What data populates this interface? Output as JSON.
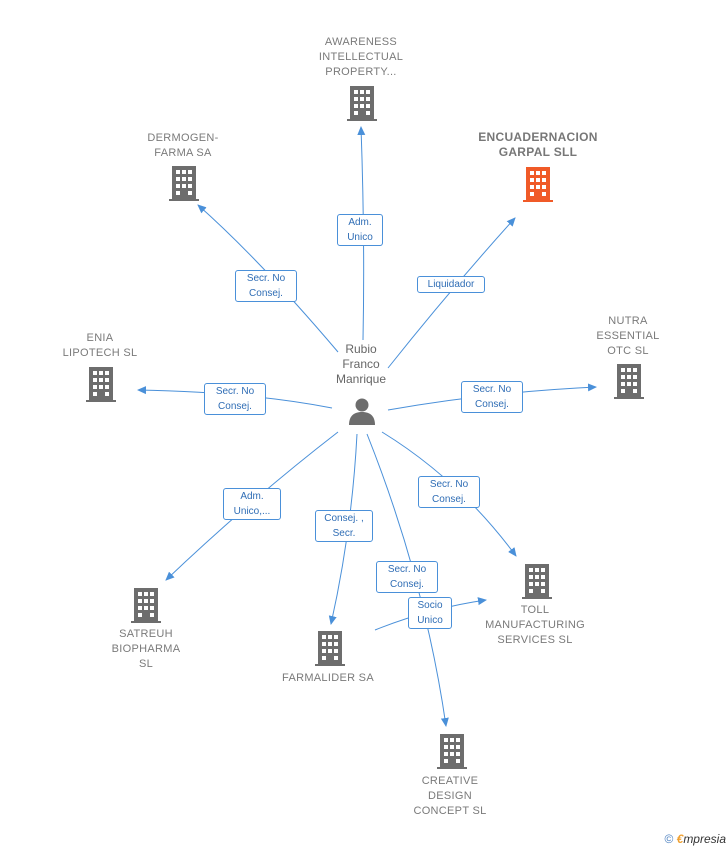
{
  "center": {
    "label": "Rubio\nFranco\nManrique",
    "icon": "person-icon"
  },
  "colors": {
    "edge": "#4a90d9",
    "building": "#6d6d6d",
    "highlight": "#f05a28"
  },
  "nodes": [
    {
      "id": "awareness",
      "label": "AWARENESS\nINTELLECTUAL\nPROPERTY...",
      "icon": "building-icon"
    },
    {
      "id": "dermogen",
      "label": "DERMOGEN-\nFARMA SA",
      "icon": "building-icon"
    },
    {
      "id": "encuadernacion",
      "label": "ENCUADERNACION\nGARPAL SLL",
      "icon": "building-icon",
      "highlight": true
    },
    {
      "id": "enia",
      "label": "ENIA\nLIPOTECH SL",
      "icon": "building-icon"
    },
    {
      "id": "nutra",
      "label": "NUTRA\nESSENTIAL\nOTC SL",
      "icon": "building-icon"
    },
    {
      "id": "satreuh",
      "label": "SATREUH\nBIOPHARMA\nSL",
      "icon": "building-icon"
    },
    {
      "id": "toll",
      "label": "TOLL\nMANUFACTURING\nSERVICES SL",
      "icon": "building-icon"
    },
    {
      "id": "farmalider",
      "label": "FARMALIDER SA",
      "icon": "building-icon"
    },
    {
      "id": "creative",
      "label": "CREATIVE\nDESIGN\nCONCEPT SL",
      "icon": "building-icon"
    }
  ],
  "edges": [
    {
      "to": "awareness",
      "label": "Adm.\nUnico"
    },
    {
      "to": "dermogen",
      "label": "Secr. No\nConsej."
    },
    {
      "to": "encuadernacion",
      "label": "Liquidador"
    },
    {
      "to": "enia",
      "label": "Secr. No\nConsej."
    },
    {
      "to": "nutra",
      "label": "Secr. No\nConsej."
    },
    {
      "to": "satreuh",
      "label": "Adm.\nUnico,..."
    },
    {
      "to": "toll",
      "label": "Secr. No\nConsej."
    },
    {
      "to": "farmalider",
      "label": "Consej. ,\nSecr."
    },
    {
      "to": "creative",
      "label": "Secr. No\nConsej."
    },
    {
      "from": "farmalider",
      "to": "toll",
      "label": "Socio\nUnico"
    }
  ],
  "footer": {
    "copyright": "©",
    "brand_initial": "€",
    "brand_rest": "mpresia"
  }
}
